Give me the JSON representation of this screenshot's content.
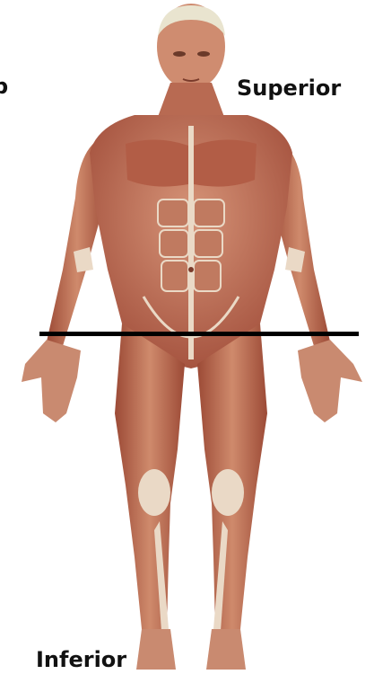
{
  "labels": {
    "left_partial": "p",
    "superior": "Superior",
    "inferior": "Inferior"
  },
  "colors": {
    "skin": "#c98a70",
    "muscle_shade": "#a8553f",
    "muscle_dark": "#8a3c2c",
    "tendon": "#ead9c6",
    "hair": "#e9e4cf",
    "plane_line": "#000000"
  }
}
